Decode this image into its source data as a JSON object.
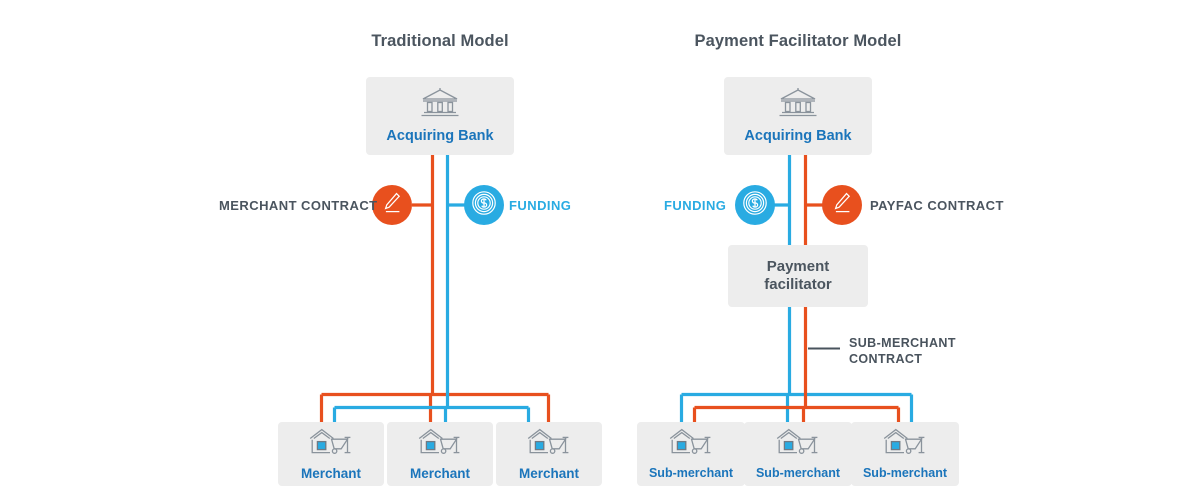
{
  "panels": [
    {
      "id": "traditional",
      "title": "Traditional Model",
      "bank": {
        "label": "Acquiring Bank",
        "icon": "bank-building-icon"
      },
      "left_badge": {
        "label": "MERCHANT CONTRACT",
        "icon": "pen-signature-icon",
        "color": "#e8501e"
      },
      "right_badge": {
        "label": "FUNDING",
        "icon": "dollar-coin-icon",
        "color": "#29abe2"
      },
      "merchants": [
        {
          "label": "Merchant",
          "icon": "storefront-icon"
        },
        {
          "label": "Merchant",
          "icon": "storefront-icon"
        },
        {
          "label": "Merchant",
          "icon": "storefront-icon"
        }
      ]
    },
    {
      "id": "payfac",
      "title": "Payment Facilitator Model",
      "bank": {
        "label": "Acquiring Bank",
        "icon": "bank-building-icon"
      },
      "left_badge": {
        "label": "FUNDING",
        "icon": "dollar-coin-icon",
        "color": "#29abe2"
      },
      "right_badge": {
        "label": "PAYFAC CONTRACT",
        "icon": "pen-signature-icon",
        "color": "#e8501e"
      },
      "facilitator": {
        "label": "Payment\nfacilitator"
      },
      "sub_contract_label": "SUB-MERCHANT\nCONTRACT",
      "merchants": [
        {
          "label": "Sub-merchant",
          "icon": "storefront-icon"
        },
        {
          "label": "Sub-merchant",
          "icon": "storefront-icon"
        },
        {
          "label": "Sub-merchant",
          "icon": "storefront-icon"
        }
      ]
    }
  ],
  "colors": {
    "contract_orange": "#e8501e",
    "funding_blue": "#29abe2",
    "box_fill": "#ededed",
    "label_blue": "#1b75bb",
    "label_slate": "#4b555f",
    "leader_line": "#49535d",
    "background": "#ffffff"
  }
}
